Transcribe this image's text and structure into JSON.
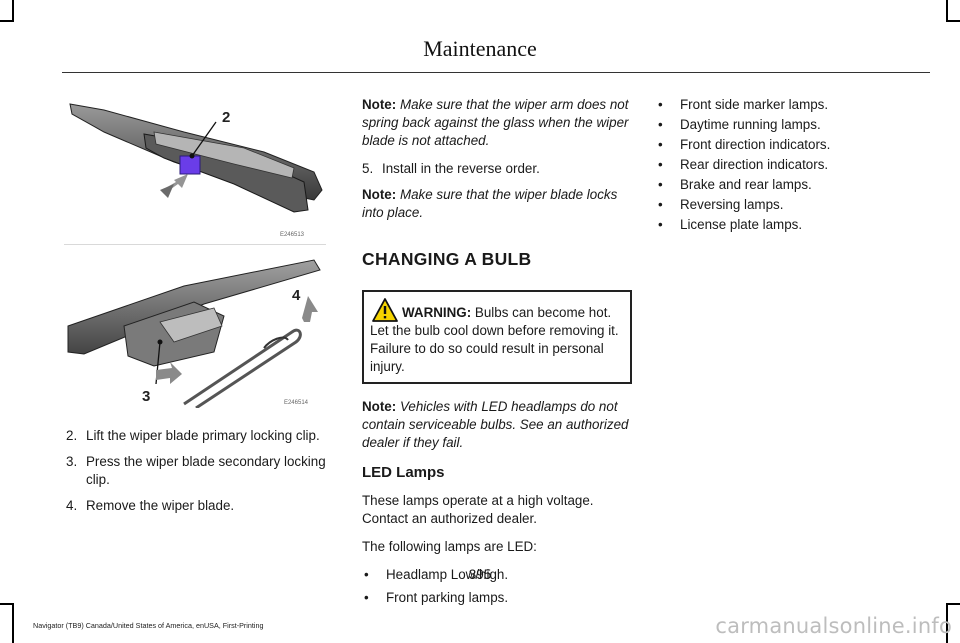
{
  "header": {
    "title": "Maintenance"
  },
  "figures": {
    "top_callout": "2",
    "bottom_callout_right": "4",
    "bottom_callout_left": "3",
    "id_top": "E246513",
    "id_bottom": "E246514",
    "colors": {
      "clip_highlight": "#6a3de8",
      "arrow": "#8a8a8a",
      "metal": "#6b6b6b"
    }
  },
  "steps": [
    {
      "num": "2.",
      "text": "Lift the wiper blade primary locking clip."
    },
    {
      "num": "3.",
      "text": "Press the wiper blade secondary locking clip."
    },
    {
      "num": "4.",
      "text": "Remove the wiper blade."
    }
  ],
  "col2": {
    "note1_label": "Note:",
    "note1_text": "Make sure that the wiper arm does not spring back against the glass when the wiper blade is not attached.",
    "step5_num": "5.",
    "step5_text": "Install in the reverse order.",
    "note2_label": "Note:",
    "note2_text": "Make sure that the wiper blade locks into place.",
    "section_title": "CHANGING A BULB",
    "warning_label": "WARNING:",
    "warning_first": "Bulbs can become hot.",
    "warning_rest": "Let the bulb cool down before removing it. Failure to do so could result in personal injury.",
    "note3_label": "Note:",
    "note3_text": "Vehicles with LED headlamps do not contain serviceable bulbs.  See an authorized dealer if they fail.",
    "sub_title": "LED Lamps",
    "para1": "These lamps operate at a high voltage. Contact an authorized dealer.",
    "para2": "The following lamps are LED:",
    "bullets": [
      "Headlamp Low/high.",
      "Front parking lamps."
    ]
  },
  "col3": {
    "bullets": [
      "Front side marker lamps.",
      "Daytime running lamps.",
      "Front direction indicators.",
      "Rear direction indicators.",
      "Brake and rear lamps.",
      "Reversing lamps.",
      "License plate lamps."
    ]
  },
  "bullet_char": "•",
  "page_number": "395",
  "footer": "Navigator (TB9) Canada/United States of America, enUSA, First-Printing",
  "watermark": "carmanualsonline.info"
}
